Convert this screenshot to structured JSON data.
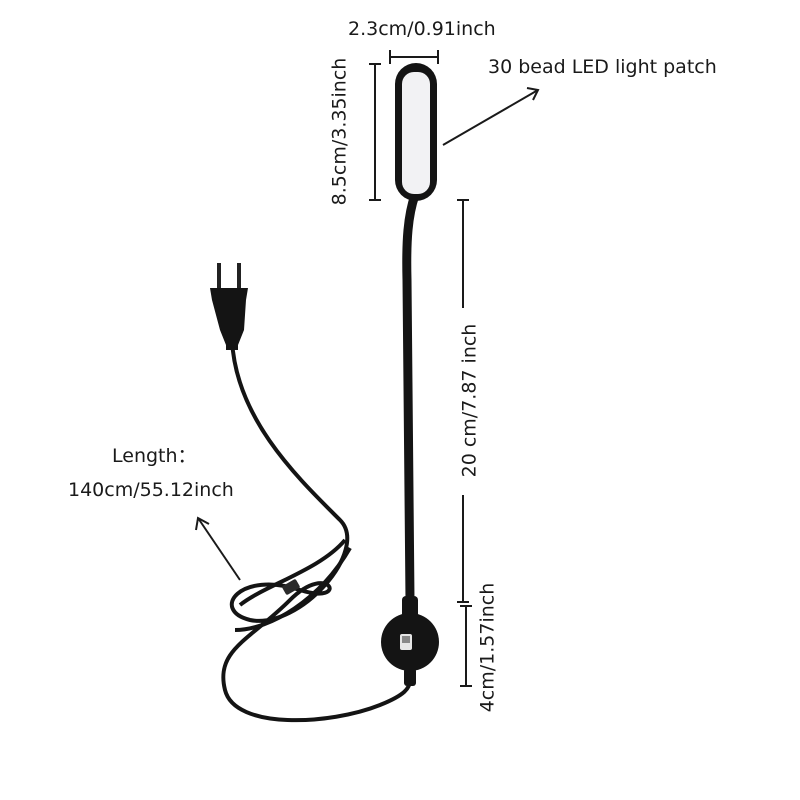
{
  "annotations": {
    "head_width": "2.3cm/0.91inch",
    "led_patch": "30 bead LED light patch",
    "head_height": "8.5cm/3.35inch",
    "gooseneck_length": "20 cm/7.87 inch",
    "base_height": "4cm/1.57inch",
    "cord_length_title": "Length：",
    "cord_length_value": "140cm/55.12inch"
  },
  "colors": {
    "background": "#ffffff",
    "lamp_body": "#141414",
    "led_panel": "#f2f2f4",
    "dimension_line": "#1a1a1a"
  }
}
